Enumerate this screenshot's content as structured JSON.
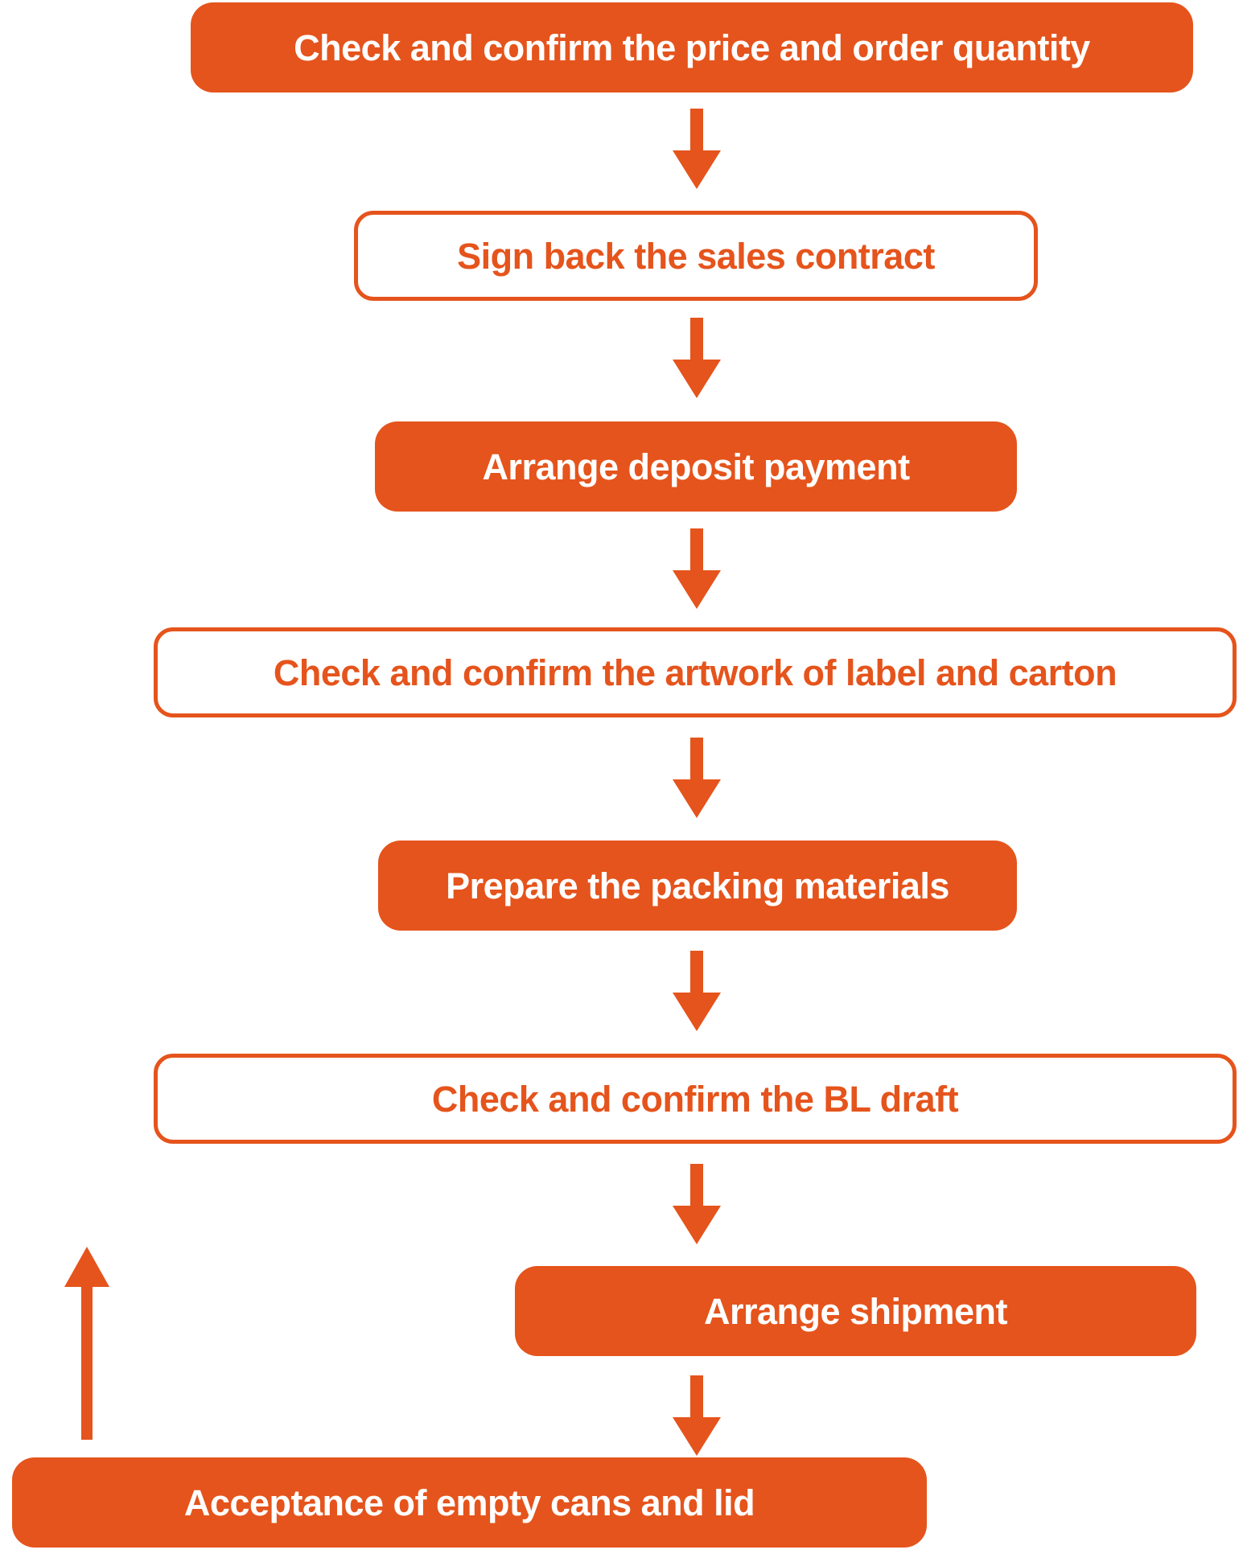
{
  "flowchart": {
    "accent_color": "#E5541C",
    "background_color": "#FFFFFF",
    "direction": "top-to-bottom",
    "steps": [
      {
        "order": 1,
        "label": "Check and confirm the price and order quantity",
        "style": "filled"
      },
      {
        "order": 2,
        "label": "Sign back the sales contract",
        "style": "outlined"
      },
      {
        "order": 3,
        "label": "Arrange deposit payment",
        "style": "filled"
      },
      {
        "order": 4,
        "label": "Check and confirm the artwork of label and carton",
        "style": "outlined"
      },
      {
        "order": 5,
        "label": "Prepare the packing materials",
        "style": "filled"
      },
      {
        "order": 6,
        "label": "Check and confirm the BL draft",
        "style": "outlined"
      },
      {
        "order": 7,
        "label": "Arrange shipment",
        "style": "filled"
      },
      {
        "order": 8,
        "label": "Acceptance of empty cans and lid",
        "style": "filled"
      }
    ],
    "connectors": {
      "down_arrow_count": 7,
      "loop_back_arrow_direction": "up",
      "loop_back_arrow_position": "bottom-left"
    }
  }
}
